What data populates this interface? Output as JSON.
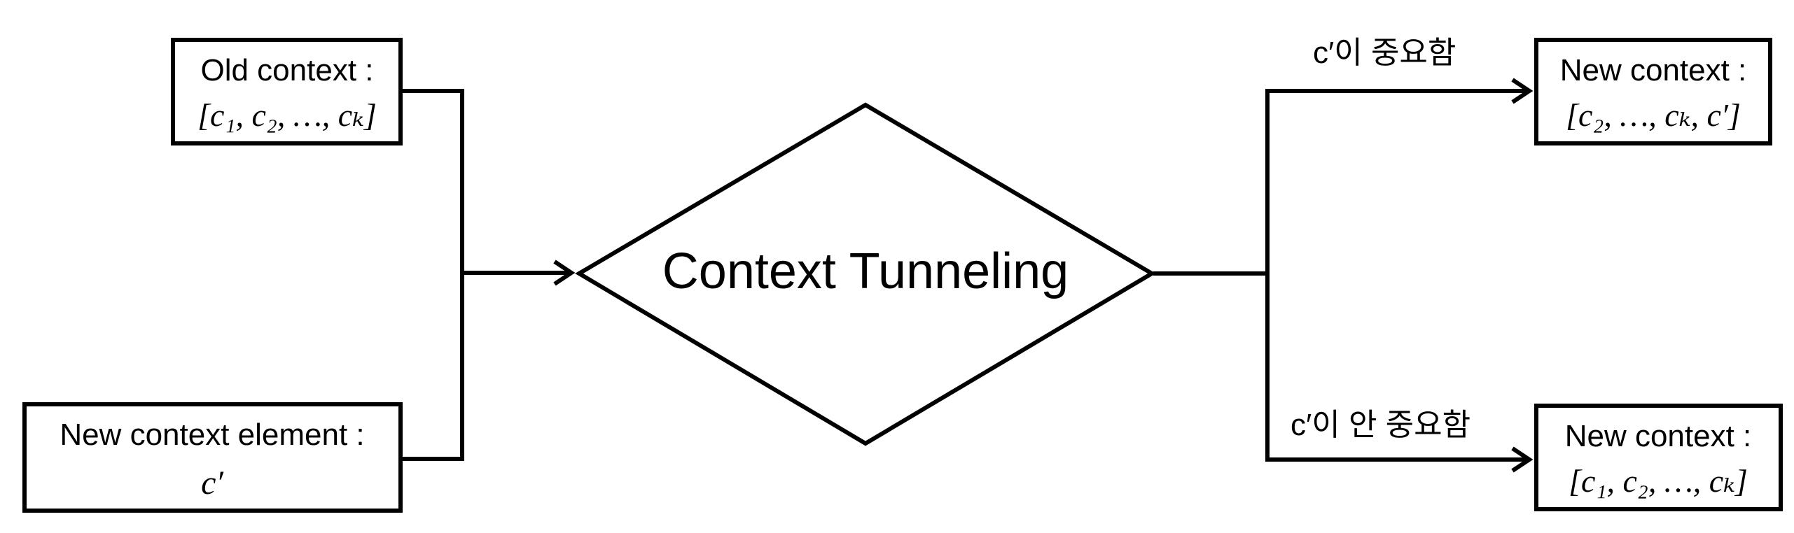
{
  "diagram": {
    "center": {
      "label": "Context Tunneling"
    },
    "inputs": {
      "old_context": {
        "title": "Old context :",
        "list": "[c₁, c₂, …, cₖ]"
      },
      "new_element": {
        "title": "New context element :",
        "symbol": "c′"
      }
    },
    "branches": {
      "important": {
        "condition": "c′이 중요함",
        "result_title": "New context :",
        "result_list": "[c₂, …, cₖ, c′]"
      },
      "not_important": {
        "condition": "c′이 안 중요함",
        "result_title": "New context :",
        "result_list": "[c₁, c₂, …, cₖ]"
      }
    },
    "colors": {
      "stroke": "#000000",
      "background": "#ffffff"
    }
  }
}
